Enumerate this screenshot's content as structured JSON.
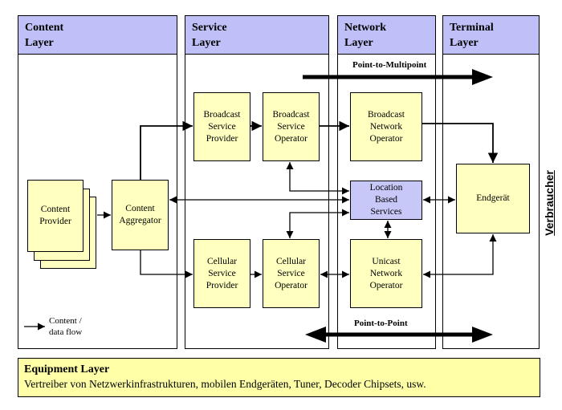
{
  "layers": [
    {
      "id": "content",
      "title": "Content\nLayer"
    },
    {
      "id": "service",
      "title": "Service\nLayer"
    },
    {
      "id": "network",
      "title": "Network\nLayer"
    },
    {
      "id": "terminal",
      "title": "Terminal\nLayer"
    }
  ],
  "nodes": {
    "content_provider": "Content\nProvider",
    "content_aggregator": "Content\nAggregator",
    "broadcast_service_provider": "Broadcast\nService\nProvider",
    "broadcast_service_operator": "Broadcast\nService\nOperator",
    "broadcast_network_operator": "Broadcast\nNetwork\nOperator",
    "location_based_services": "Location\nBased\nServices",
    "cellular_service_provider": "Cellular\nService\nProvider",
    "cellular_service_operator": "Cellular\nService\nOperator",
    "unicast_network_operator": "Unicast\nNetwork\nOperator",
    "endgeraet": "Endgerät"
  },
  "flows": {
    "point_to_multipoint": "Point-to-Multipoint",
    "point_to_point": "Point-to-Point"
  },
  "legend": {
    "text": "Content /\ndata flow"
  },
  "side_label": "Verbraucher",
  "equipment_layer": {
    "title": "Equipment Layer",
    "text": "Vertreiber von Netzwerkinfrastrukturen, mobilen Endgeräten, Tuner, Decoder Chipsets, usw."
  },
  "colors": {
    "layer_header": "#c0c0f8",
    "node_fill": "#ffffc0",
    "lbs_fill": "#c8c8f8",
    "equipment_fill": "#ffffa8"
  }
}
